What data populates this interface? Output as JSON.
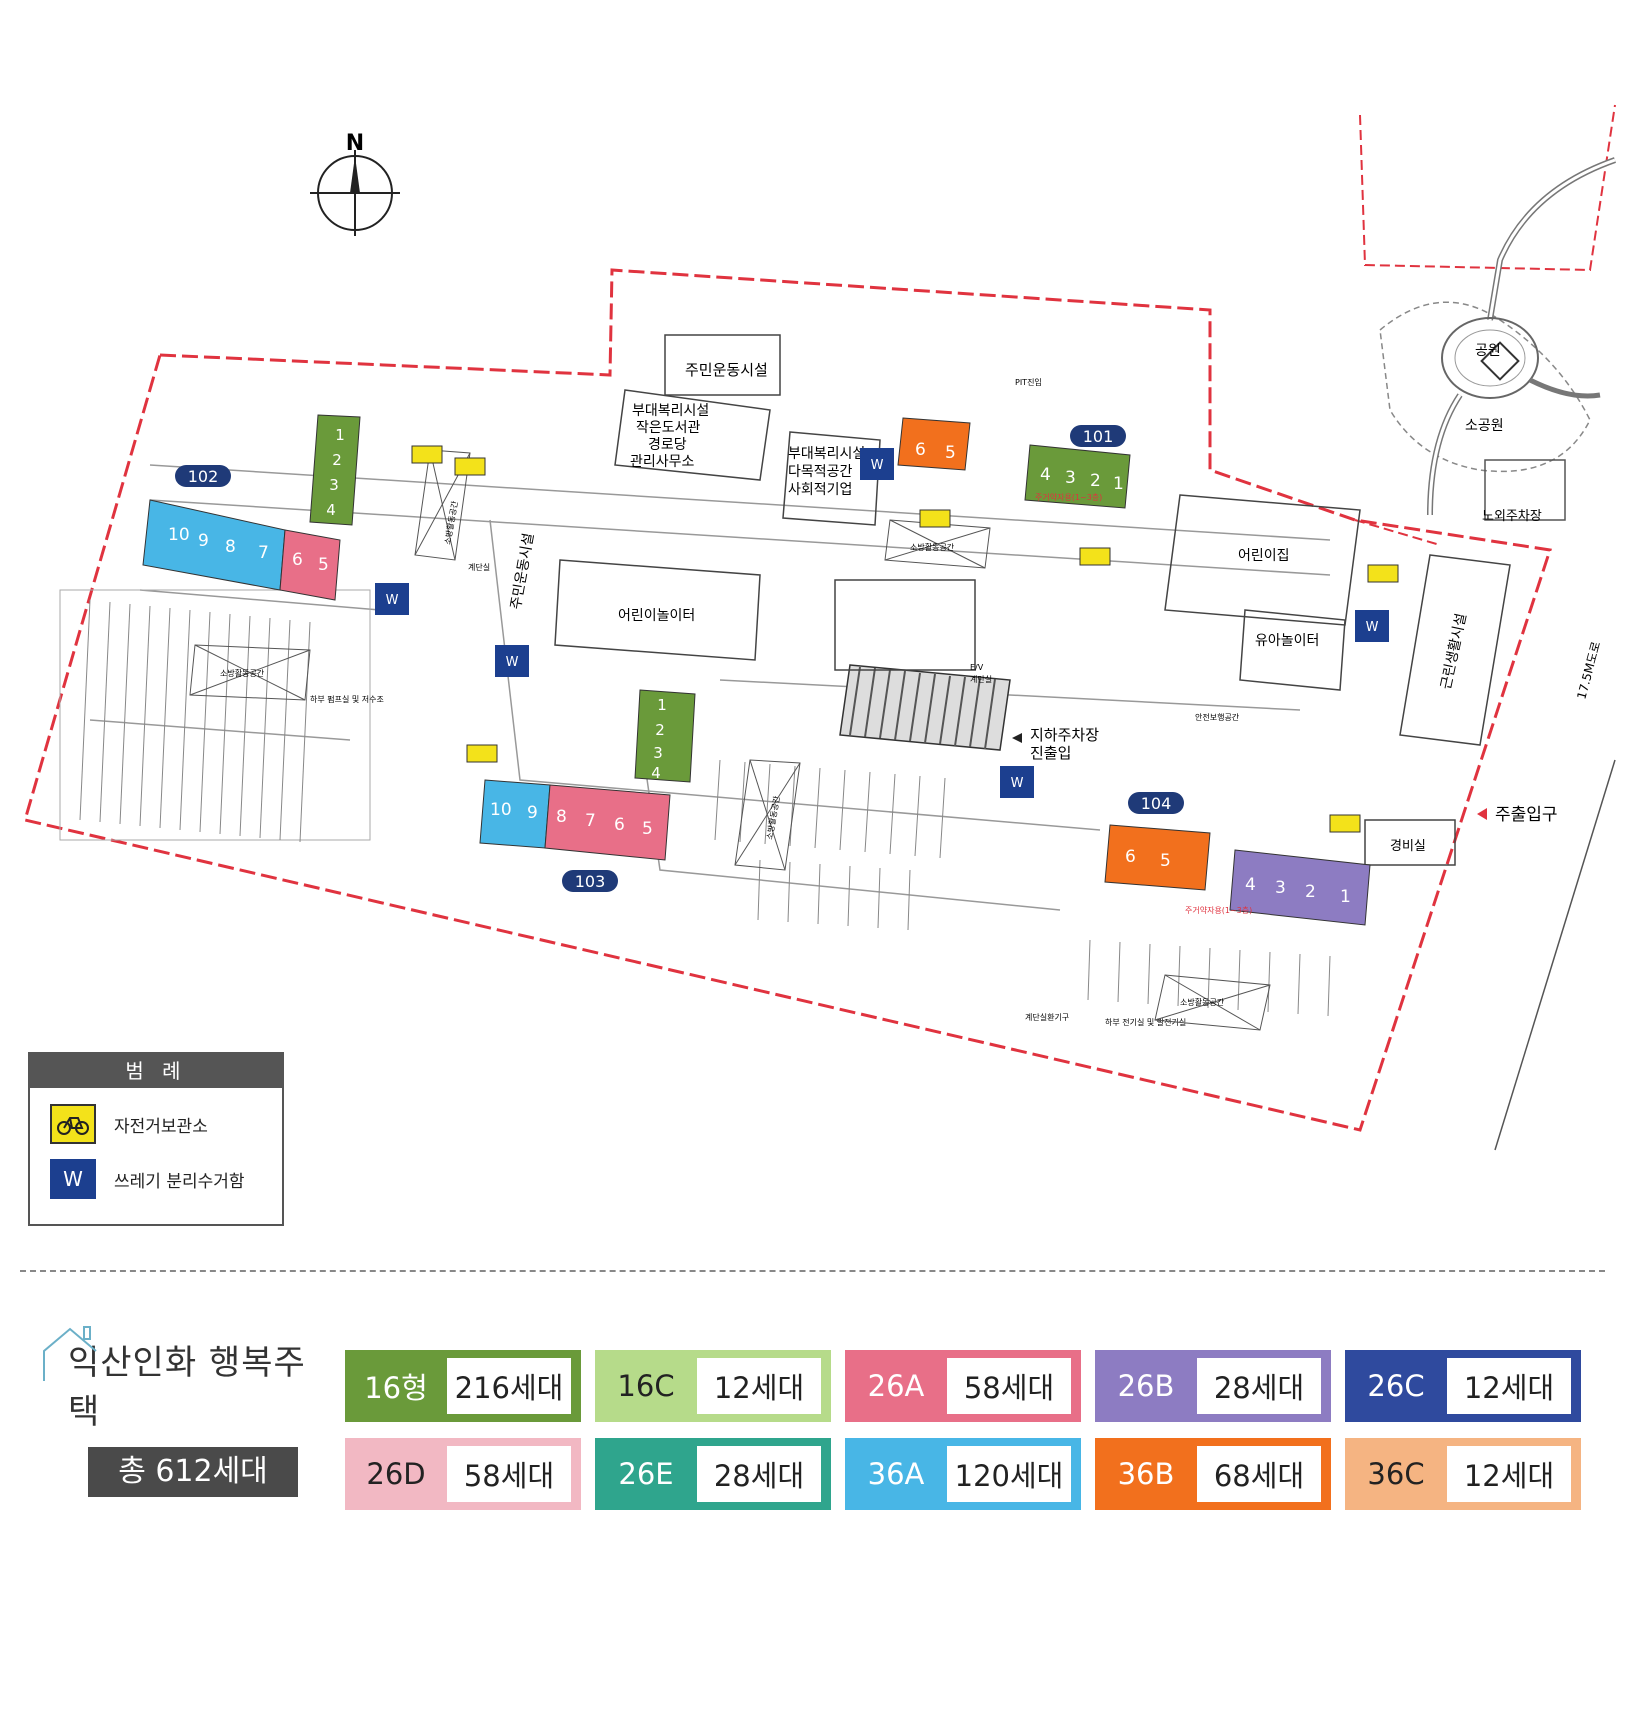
{
  "compass": {
    "north": "N"
  },
  "buildings": {
    "b101": {
      "label": "101",
      "units_left": [
        "6",
        "5"
      ],
      "units_right": [
        "4",
        "3",
        "2",
        "1"
      ],
      "note": "주거약자용(1~3층)"
    },
    "b102": {
      "label": "102",
      "units_a": [
        "10",
        "9",
        "8",
        "7"
      ],
      "units_b": [
        "6",
        "5"
      ],
      "units_c": [
        "4",
        "3",
        "2",
        "1"
      ]
    },
    "b103": {
      "label": "103",
      "units_a": [
        "10",
        "9"
      ],
      "units_b": [
        "8",
        "7",
        "6",
        "5"
      ],
      "units_c": [
        "4",
        "3",
        "2",
        "1"
      ]
    },
    "b104": {
      "label": "104",
      "units_left": [
        "6",
        "5"
      ],
      "units_right": [
        "4",
        "3",
        "2",
        "1"
      ],
      "note": "주거약자용(1~3층)"
    }
  },
  "facilities": {
    "resident_gym_top": "주민운동시설",
    "welfare_1": [
      "부대복리시설",
      "작은도서관",
      "경로당",
      "관리사무소"
    ],
    "welfare_2": [
      "부대복리시설",
      "다목적공간",
      "사회적기업"
    ],
    "resident_gym_mid": "주민운동시설",
    "playground": "어린이놀이터",
    "daycare": "어린이집",
    "toddler_playground": "유아놀이터",
    "neighborhood_facility": "근린생활시설",
    "park": "공원",
    "small_park": "소공원",
    "outdoor_parking": "노외주차장",
    "underground_parking": [
      "지하주차장",
      "진출입"
    ],
    "main_entrance": "주출입구",
    "guard_room": "경비실",
    "road": "17.5M도로",
    "stairs": "계단실",
    "ev_stairs": [
      "E/V",
      "계단실"
    ],
    "fire_space": "소방활동공간",
    "pit_entrance": "PIT진입",
    "safety_walk": "안전보행공간",
    "lower_pump": "하부 펌프실 및 저수조",
    "lower_electric": "하부 전기실 및 발전기실",
    "stair_ventilation": "계단실환기구"
  },
  "legend": {
    "title": "범 례",
    "items": [
      {
        "icon": "bicycle-icon",
        "label": "자전거보관소",
        "color": "#f3e21a"
      },
      {
        "icon": "waste-icon",
        "symbol": "W",
        "label": "쓰레기 분리수거함",
        "color": "#1c3f8f"
      }
    ]
  },
  "complex": {
    "name": "익산인화 행복주택",
    "total": "총 612세대"
  },
  "unit_types": [
    {
      "code": "16형",
      "count": "216세대",
      "color": "#6a9a3a"
    },
    {
      "code": "16C",
      "count": "12세대",
      "color": "#b6db8a"
    },
    {
      "code": "26A",
      "count": "58세대",
      "color": "#e86f88"
    },
    {
      "code": "26B",
      "count": "28세대",
      "color": "#8d7cc2"
    },
    {
      "code": "26C",
      "count": "12세대",
      "color": "#2f4a9e"
    },
    {
      "code": "26D",
      "count": "58세대",
      "color": "#f2b8c3"
    },
    {
      "code": "26E",
      "count": "28세대",
      "color": "#2fa58d"
    },
    {
      "code": "36A",
      "count": "120세대",
      "color": "#48b6e6"
    },
    {
      "code": "36B",
      "count": "68세대",
      "color": "#f2701d"
    },
    {
      "code": "36C",
      "count": "12세대",
      "color": "#f5b482"
    }
  ],
  "colors": {
    "site_boundary": "#e0333f",
    "bike": "#f3e21a",
    "waste": "#1c3f8f",
    "green": "#6a9a3a",
    "blue": "#48b6e6",
    "pink": "#e86f88",
    "orange": "#f2701d",
    "purple": "#8d7cc2",
    "label_bg": "#1f3a78"
  }
}
